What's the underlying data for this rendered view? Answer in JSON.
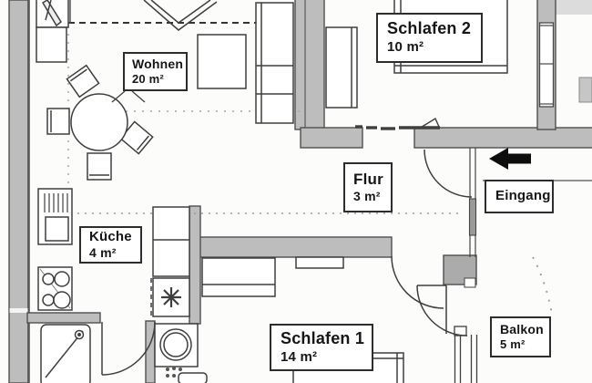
{
  "plan": {
    "type": "apartment-floor-plan",
    "rooms": [
      {
        "key": "wohnen",
        "name": "Wohnen",
        "area": "20 m²"
      },
      {
        "key": "schlafen2",
        "name": "Schlafen 2",
        "area": "10 m²"
      },
      {
        "key": "flur",
        "name": "Flur",
        "area": "3 m²"
      },
      {
        "key": "kueche",
        "name": "Küche",
        "area": "4 m²"
      },
      {
        "key": "schlafen1",
        "name": "Schlafen 1",
        "area": "14 m²"
      },
      {
        "key": "balkon",
        "name": "Balkon",
        "area": "5 m²"
      }
    ],
    "entrance_label": "Eingang",
    "icons": {
      "entrance_arrow": "left-arrow",
      "kitchen_appliance": "eight-spoke-star"
    },
    "colors": {
      "wall": "#bdbdbd",
      "wall_dark": "#ababab",
      "line": "#3f3f3f",
      "paper": "#fcfcfa",
      "arrow": "#0d0d0d"
    }
  }
}
